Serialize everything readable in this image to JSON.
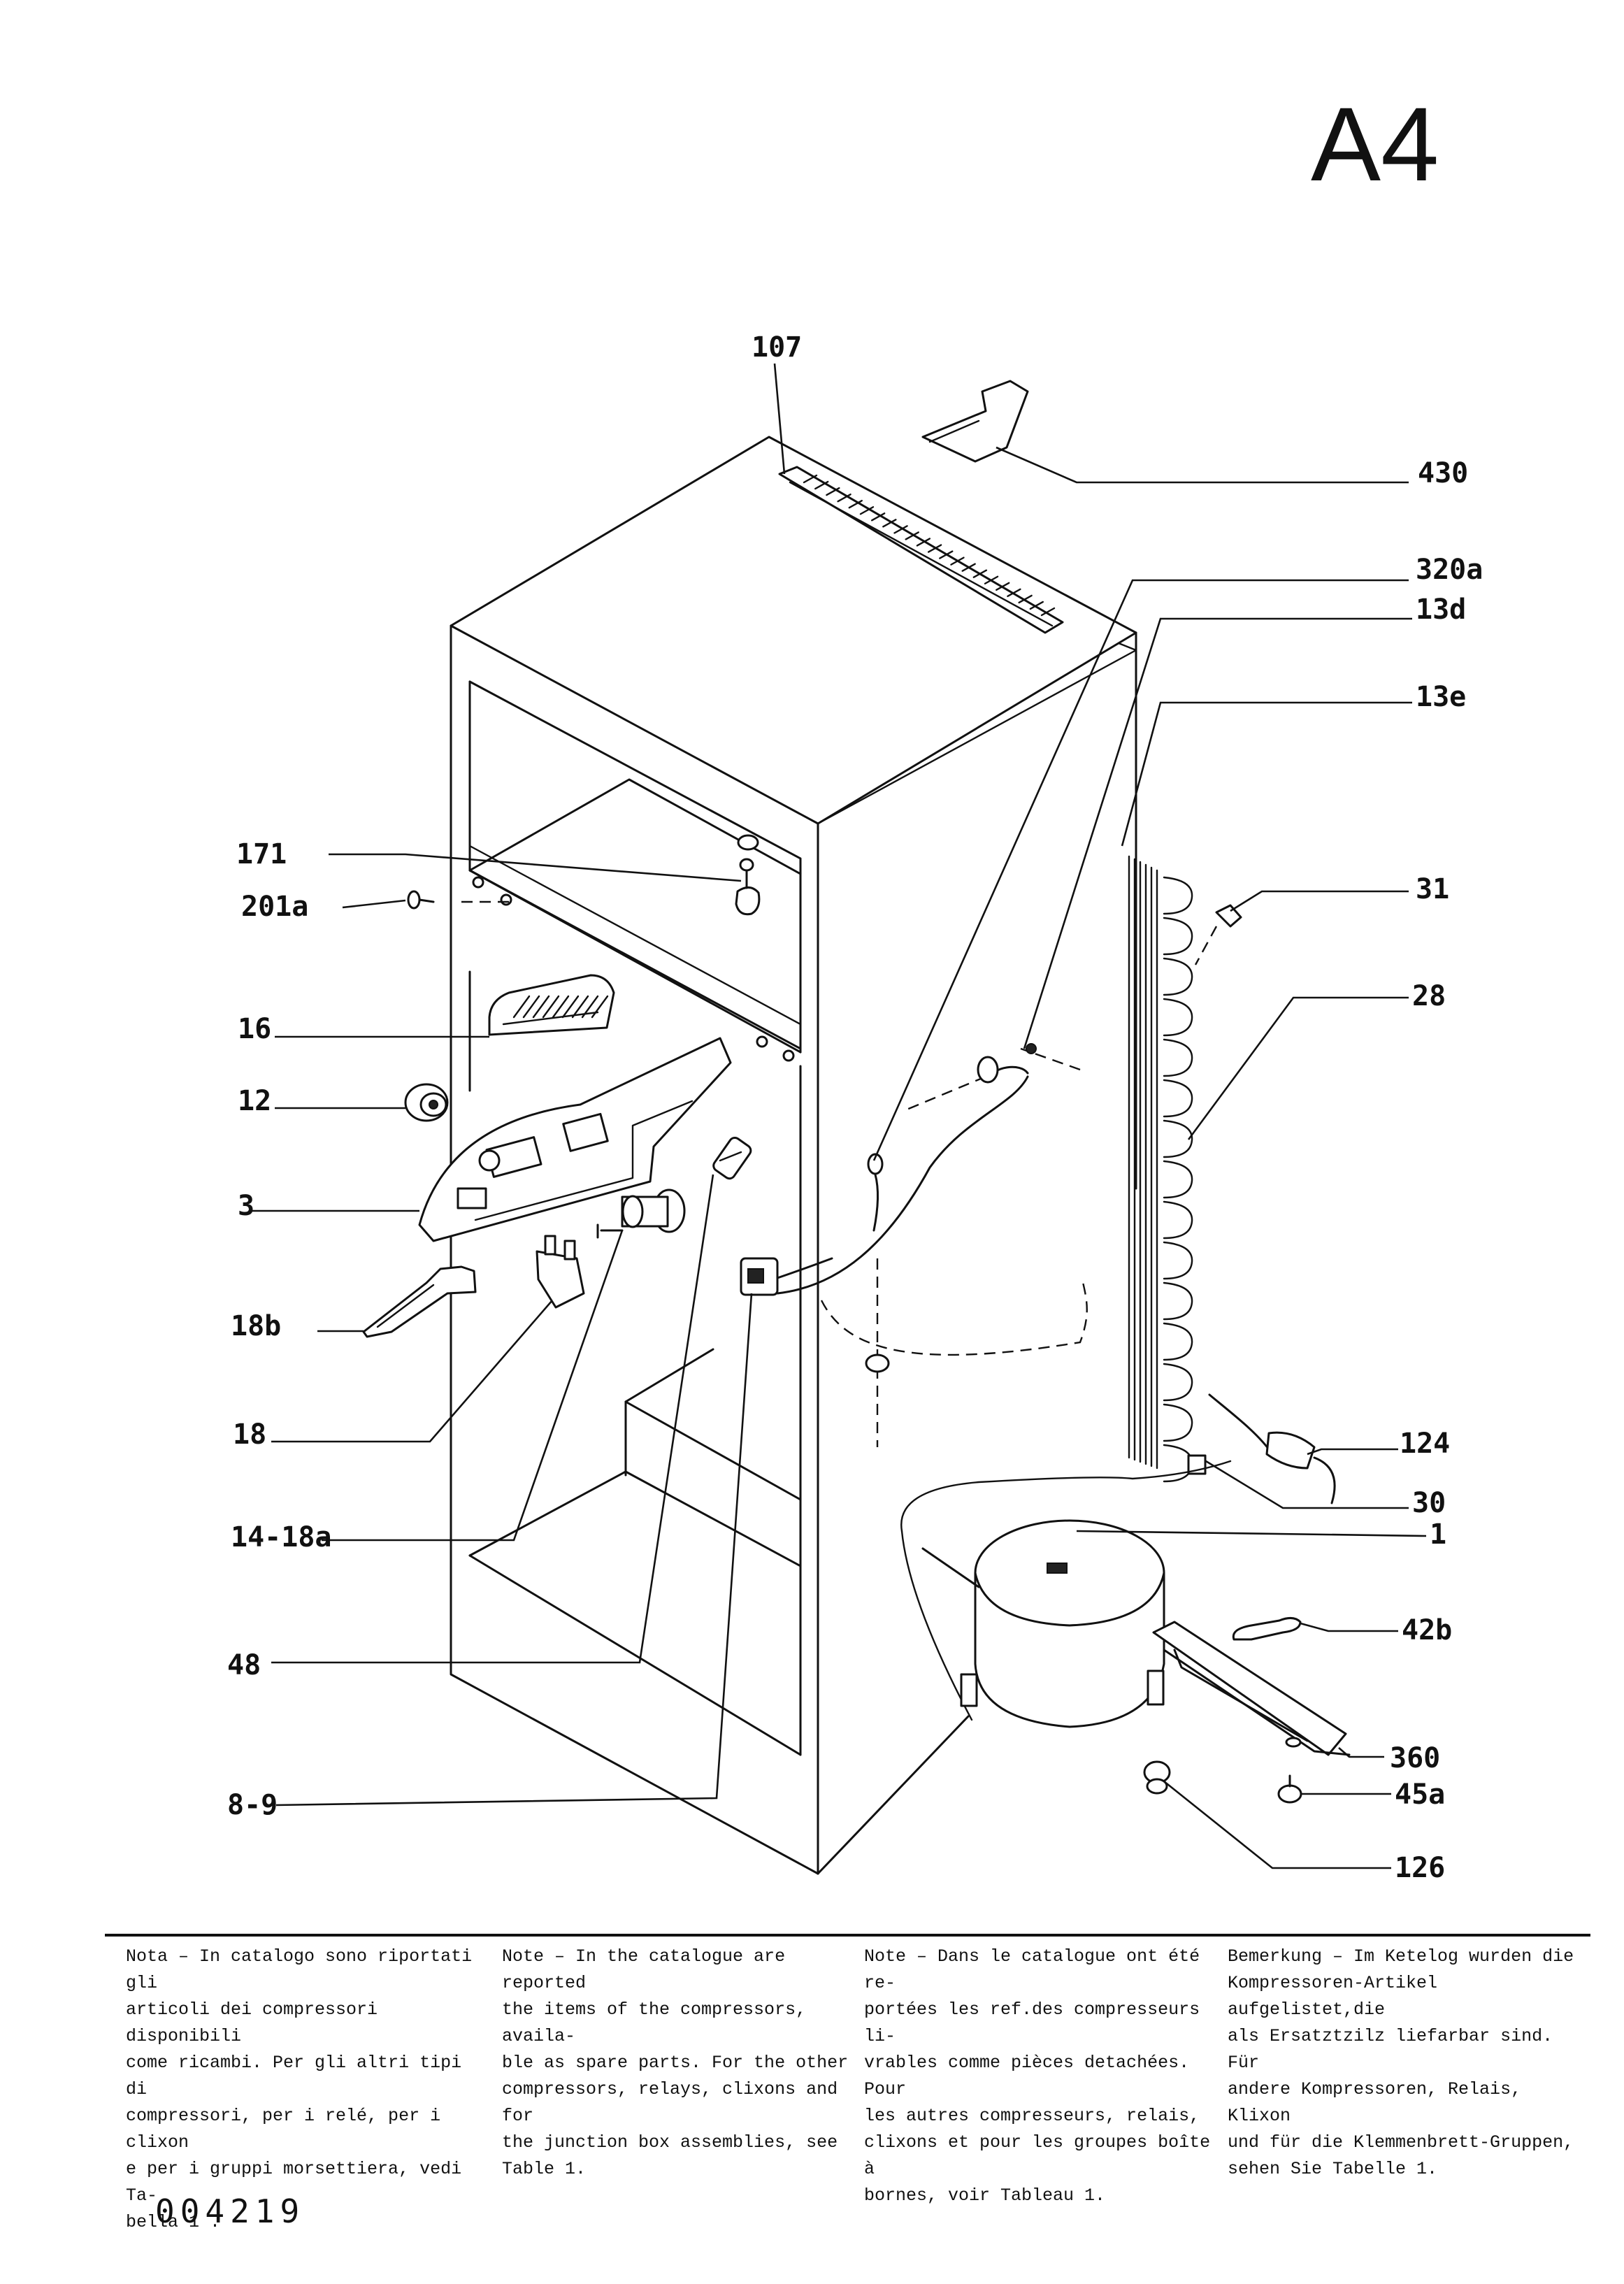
{
  "sheet_id": "A4",
  "part_refs": {
    "r107": "107",
    "r430": "430",
    "r320a": "320a",
    "r13d": "13d",
    "r13e": "13e",
    "r171": "171",
    "r201a": "201a",
    "r31": "31",
    "r28": "28",
    "r16": "16",
    "r12": "12",
    "r3": "3",
    "r18b": "18b",
    "r18": "18",
    "r124": "124",
    "r30": "30",
    "r14_18a": "14-18a",
    "r1": "1",
    "r42b": "42b",
    "r48": "48",
    "r360": "360",
    "r45a": "45a",
    "r8_9": "8-9",
    "r126": "126"
  },
  "notes": {
    "it": "Nota – In catalogo sono riportati gli\narticoli dei compressori disponibili\ncome ricambi. Per gli altri tipi di\ncompressori, per i relé, per i clixon\ne per i gruppi morsettiera, vedi Ta-\nbella 1 .",
    "en": "Note – In the catalogue are reported\nthe items of the compressors, availa-\nble as spare parts. For the other\ncompressors, relays, clixons and for\nthe junction box assemblies, see\nTable  1.",
    "fr": "Note – Dans le catalogue ont été re-\nportées les ref.des compresseurs li-\nvrables comme pièces detachées. Pour\nles autres compresseurs, relais,\nclixons et pour les groupes boîte à\nbornes, voir Tableau 1.",
    "de": "Bemerkung – Im Ketelog wurden die\nKompressoren-Artikel aufgelistet,die\nals Ersatztzilz liefarbar sind. Für\nandere Kompressoren, Relais, Klixon\nund für die Klemmenbrett-Gruppen,\nsehen Sie Tabelle 1."
  },
  "document_code": "004219"
}
